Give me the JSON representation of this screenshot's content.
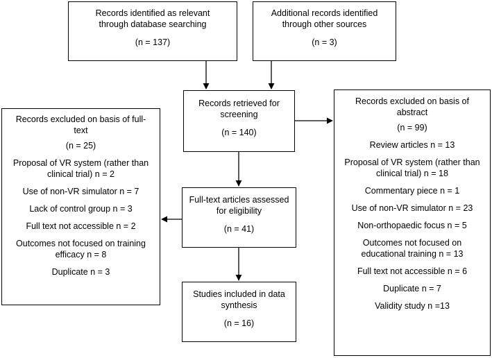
{
  "boxes": {
    "database": {
      "line1": "Records identified as relevant",
      "line2": "through database searching",
      "count": "(n = 137)"
    },
    "other_sources": {
      "line1": "Additional records identified",
      "line2": "through other sources",
      "count": "(n = 3)"
    },
    "screening": {
      "line1": "Records retrieved for",
      "line2": "screening",
      "count": "(n = 140)"
    },
    "eligibility": {
      "line1": "Full-text articles assessed",
      "line2": "for eligibility",
      "count": "(n = 41)"
    },
    "included": {
      "line1": "Studies included in data",
      "line2": "synthesis",
      "count": "(n = 16)"
    },
    "excluded_fulltext": {
      "line1": "Records excluded on basis of full-",
      "line2": "text",
      "count": "(n = 25)",
      "items": [
        [
          "Proposal of VR system (rather than",
          "clinical trial) n = 2"
        ],
        [
          "Use of non-VR simulator n = 7"
        ],
        [
          "Lack of control group n = 3"
        ],
        [
          "Full text not accessible n = 2"
        ],
        [
          "Outcomes not focused on training",
          "efficacy n = 8"
        ],
        [
          "Duplicate n = 3"
        ]
      ]
    },
    "excluded_abstract": {
      "line1": "Records excluded on basis of",
      "line2": "abstract",
      "count": "(n = 99)",
      "items": [
        [
          "Review articles n = 13"
        ],
        [
          "Proposal of VR system (rather than",
          "clinical trial) n = 18"
        ],
        [
          "Commentary piece n = 1"
        ],
        [
          "Use of non-VR simulator n = 23"
        ],
        [
          "Non-orthopaedic focus n = 5"
        ],
        [
          "Outcomes not focused on",
          "educational training n = 13"
        ],
        [
          "Full text not accessible n = 6"
        ],
        [
          "Duplicate n = 7"
        ],
        [
          "Validity study n =13"
        ]
      ]
    }
  }
}
